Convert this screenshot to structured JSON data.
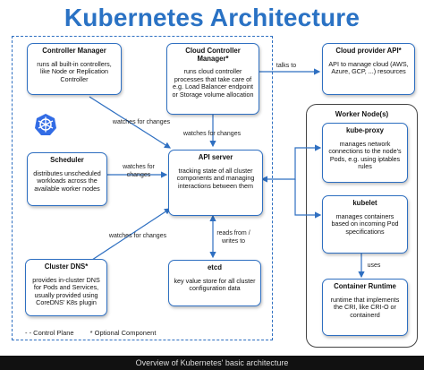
{
  "title": "Kubernetes Architecture",
  "components": {
    "controller_manager": {
      "name": "Controller Manager",
      "desc": "runs all built-in controllers, like Node or Replication Controller"
    },
    "cloud_controller_manager": {
      "name": "Cloud Controller Manager*",
      "desc": "runs cloud controller processes that take care of e.g. Load Balancer endpoint or Storage volume allocation"
    },
    "cloud_provider_api": {
      "name": "Cloud provider API*",
      "desc": "API to manage cloud (AWS, Azure, GCP, ...) resources"
    },
    "scheduler": {
      "name": "Scheduler",
      "desc": "distributes unscheduled workloads across the available worker nodes"
    },
    "api_server": {
      "name": "API server",
      "desc": "tracking state of all cluster components and managing interactions between them"
    },
    "cluster_dns": {
      "name": "Cluster DNS*",
      "desc": "provides in-cluster DNS for Pods and Services, usually provided using CoreDNS' K8s plugin"
    },
    "etcd": {
      "name": "etcd",
      "desc": "key value store for all cluster configuration data"
    },
    "kube_proxy": {
      "name": "kube-proxy",
      "desc": "manages network connections to the node's Pods, e.g. using iptables rules"
    },
    "kubelet": {
      "name": "kubelet",
      "desc": "manages containers based on incoming Pod specifications"
    },
    "container_runtime": {
      "name": "Container Runtime",
      "desc": "runtime that implements the CRI, like CRI-O or containerd"
    }
  },
  "worker_nodes_title": "Worker Node(s)",
  "edge_labels": {
    "talks_to": "talks to",
    "cm_watches": "watches for changes",
    "ccm_watches": "watches for changes",
    "sched_watches": "watches for changes",
    "dns_watches": "watches for changes",
    "reads_from": "reads from / writes to",
    "uses": "uses"
  },
  "legend": {
    "control_plane": "- - Control Plane",
    "optional": "* Optional Component"
  },
  "footer": "Overview of Kubernetes' basic architecture",
  "colors": {
    "accent": "#2e6fc1",
    "title": "#2a72c4",
    "footer_bg": "#111111"
  }
}
